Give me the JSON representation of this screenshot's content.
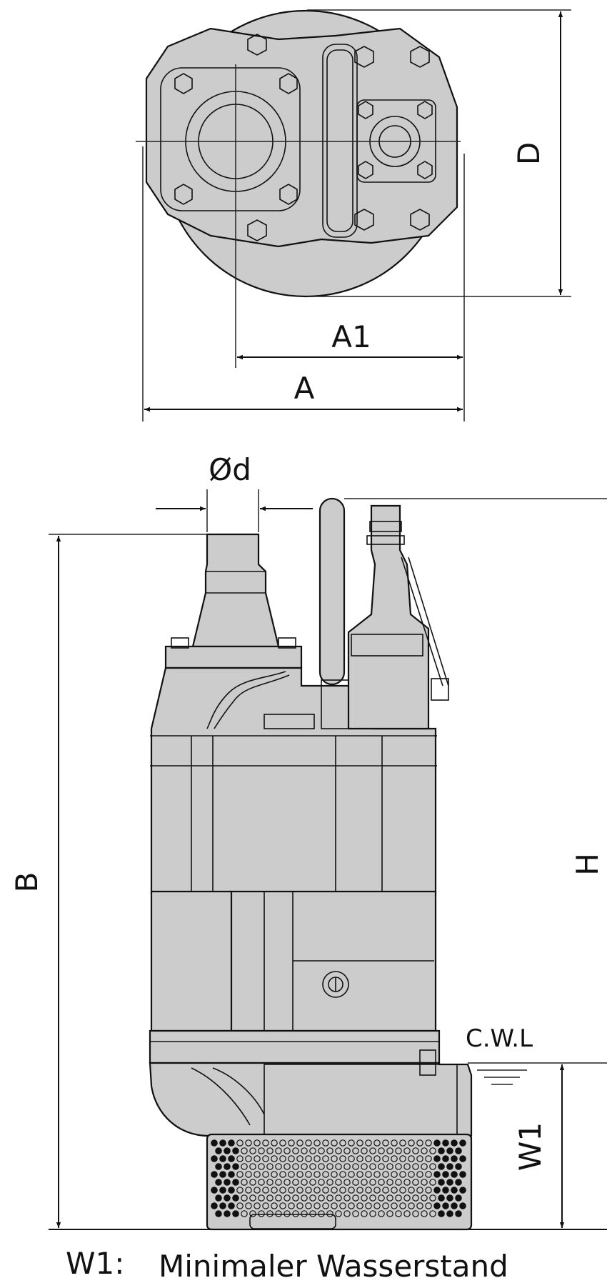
{
  "top_view": {
    "label_D": "D",
    "label_A1": "A1",
    "label_A": "A"
  },
  "side_view": {
    "label_d": "Ød",
    "label_B": "B",
    "label_H": "H",
    "label_CWL": "C.W.L",
    "label_W1": "W1"
  },
  "legend": {
    "term": "W1:",
    "description": "Minimaler Wasserstand"
  }
}
